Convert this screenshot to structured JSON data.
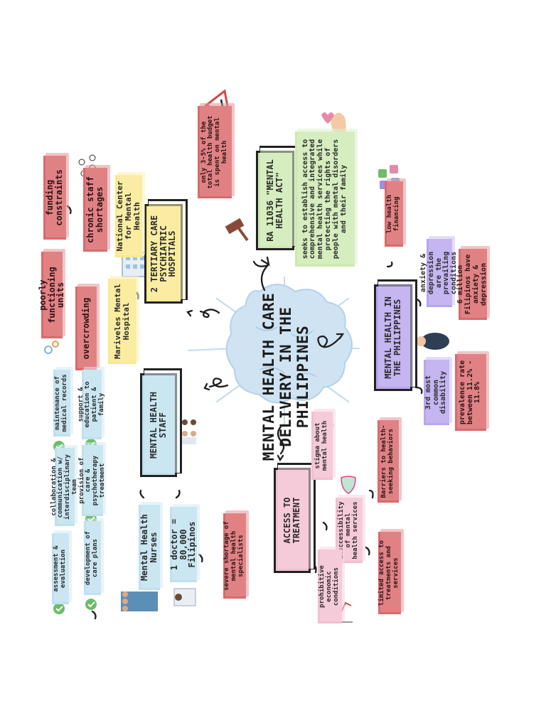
{
  "center": {
    "title": "MENTAL HEALTH CARE DELIVERY IN THE PHILIPPINES"
  },
  "hospitals": {
    "title": "2 TERTIARY CARE PSYCHIATRIC HOSPITALS",
    "ncmh": "National Center for Mental Health",
    "marivetes": "Mariveles Mental Hospital",
    "funding": "funding constraints",
    "staff_shortage": "chronic staff shortages",
    "poor_units": "poorly functioning units",
    "overcrowding": "overcrowding"
  },
  "law": {
    "title": "RA 11036 \"MENTAL HEALTH ACT\"",
    "budget_note": "only 3-5% of the total health budget is spent on mental health",
    "goal": "seeks to establish access to comprehensive and integrated mental health services while protecting the rights of people with mental disorders and their family"
  },
  "state": {
    "title": "MENTAL HEALTH IN THE PHILIPPINES",
    "financing": "low health financing",
    "anxiety": "anxiety & depression are the prevailing conditions",
    "six_million": "6 million Filipinos have anxiety & depression",
    "disability": "3rd most common disability",
    "prevalence": "prevalence rate between 11.2% - 11.8%"
  },
  "staff": {
    "title": "MENTAL HEALTH STAFF",
    "nurses": "Mental Health Nurses",
    "ratio": "1 doctor = 80,000 Filipinos",
    "specialists": "severe shortage of mental health specialists",
    "duties": [
      "assessment & evaluation",
      "development of care plans",
      "collaboration & communication w/ interdisciplinary team",
      "provision of care & psychotherapy treatment",
      "maintenance of medical records",
      "support & education to patient & family"
    ]
  },
  "access": {
    "title": "ACCESS TO TREATMENT",
    "stigma": "stigma about mental health",
    "inaccessibility": "inaccessibility of mental health services",
    "economic": "prohibitive economic conditions",
    "barriers": "Barriers to health-seeking behaviors",
    "limited": "limited access to treatments and services"
  },
  "colors": {
    "red": "#d96a6e",
    "blue": "#bfe0ee",
    "yellow": "#f9e98f",
    "green": "#cde8b0",
    "violet": "#b9a6ee",
    "pink": "#f2bfd0",
    "brain": "#cfe3f3"
  }
}
